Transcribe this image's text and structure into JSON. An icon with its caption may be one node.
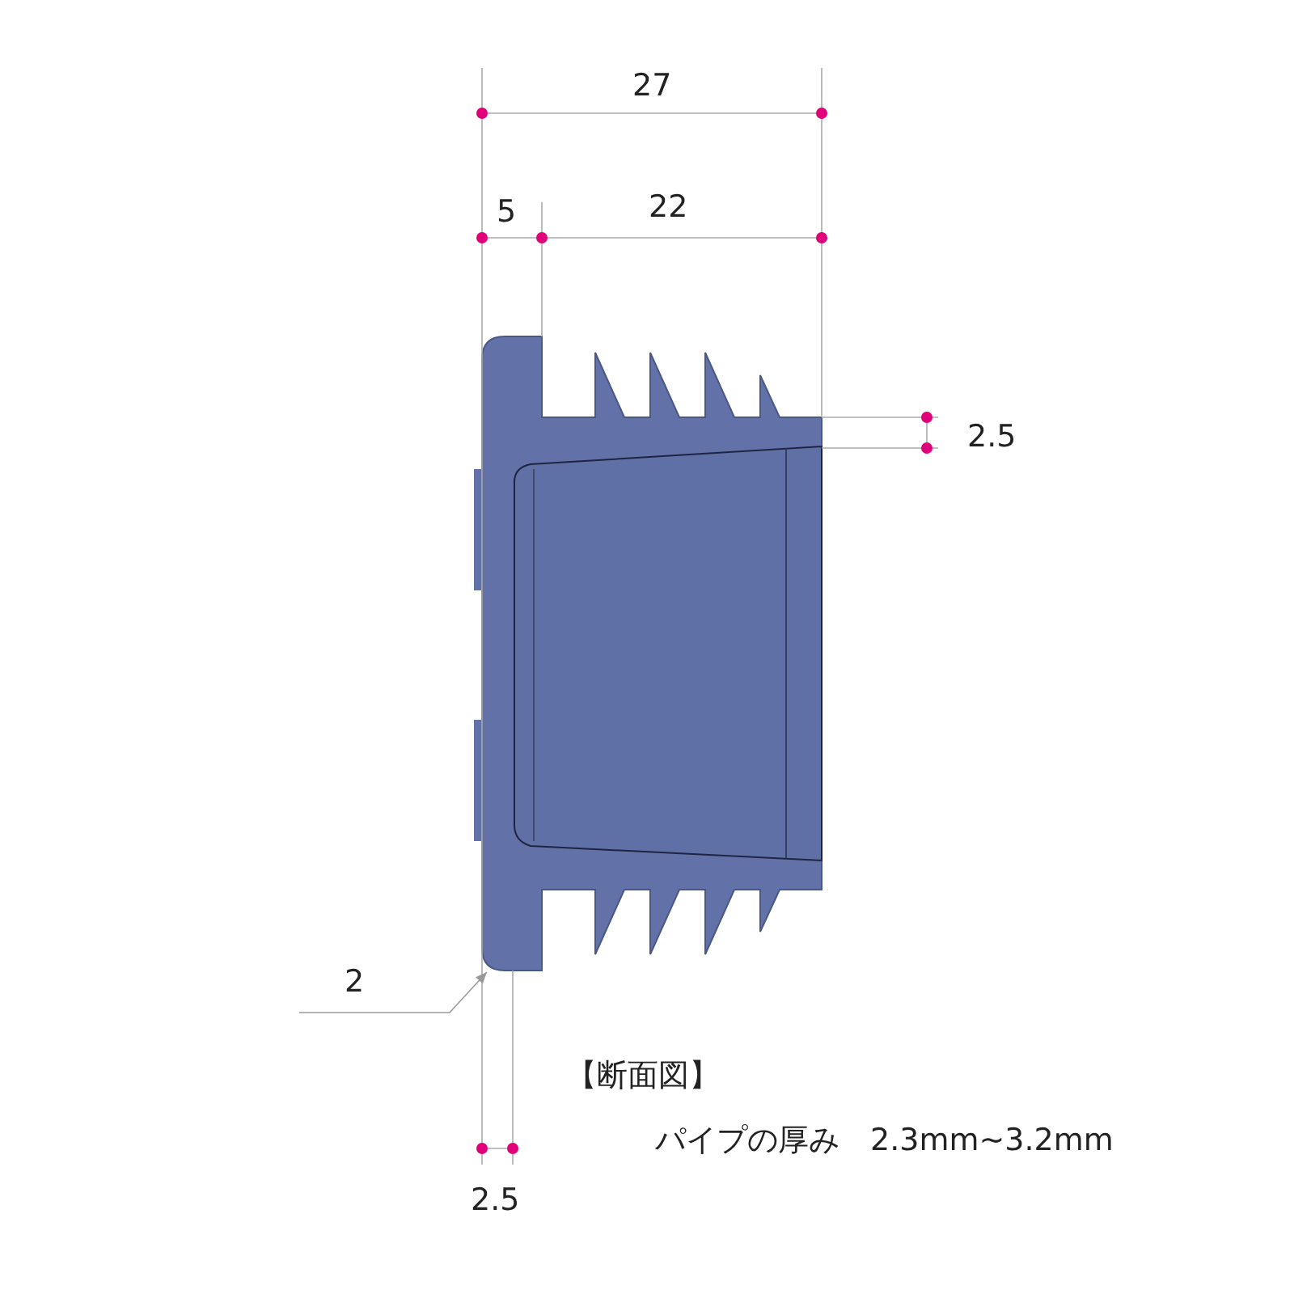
{
  "diagram": {
    "nodes": [
      {
        "text": [
          "2"
        ]
      },
      {
        "text": [],
        "shape": "picture"
      }
    ],
    "edges": [
      {
        "from": 0,
        "to": 1,
        "arrow": "to"
      }
    ],
    "labels": [
      "27",
      "5",
      "22",
      "2.5",
      "【断面図】",
      "パイプの厚み　2.3mm~3.2mm",
      "2.5"
    ]
  }
}
